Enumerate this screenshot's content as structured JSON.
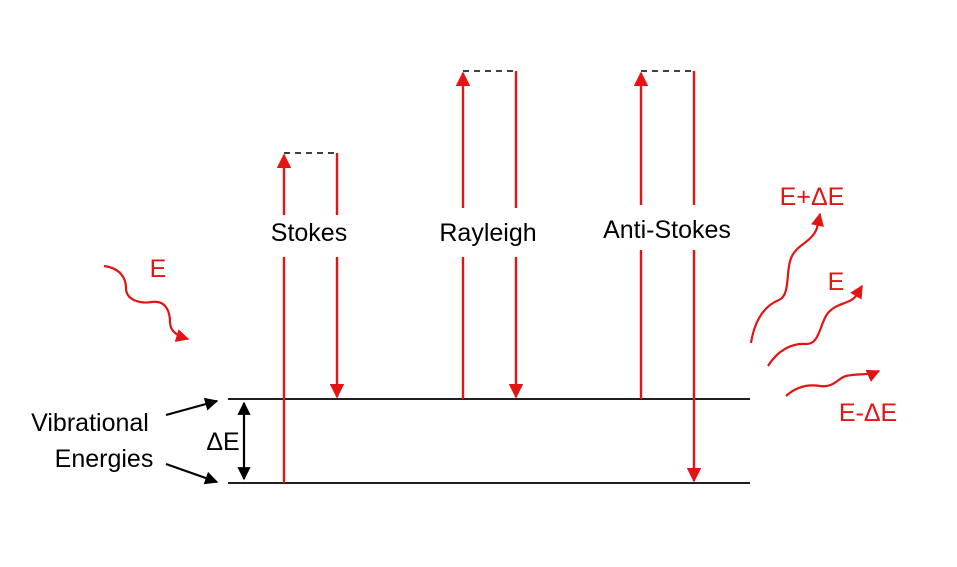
{
  "labels": {
    "stokes": "Stokes",
    "rayleigh": "Rayleigh",
    "anti_stokes": "Anti-Stokes",
    "incident_energy": "E",
    "out_plus": "E+ΔE",
    "out_same": "E",
    "out_minus": "E-ΔE",
    "vib_line1": "Vibrational",
    "vib_line2": "Energies",
    "delta_e": "ΔE"
  },
  "colors": {
    "red": "#e31414",
    "black": "#000000"
  }
}
